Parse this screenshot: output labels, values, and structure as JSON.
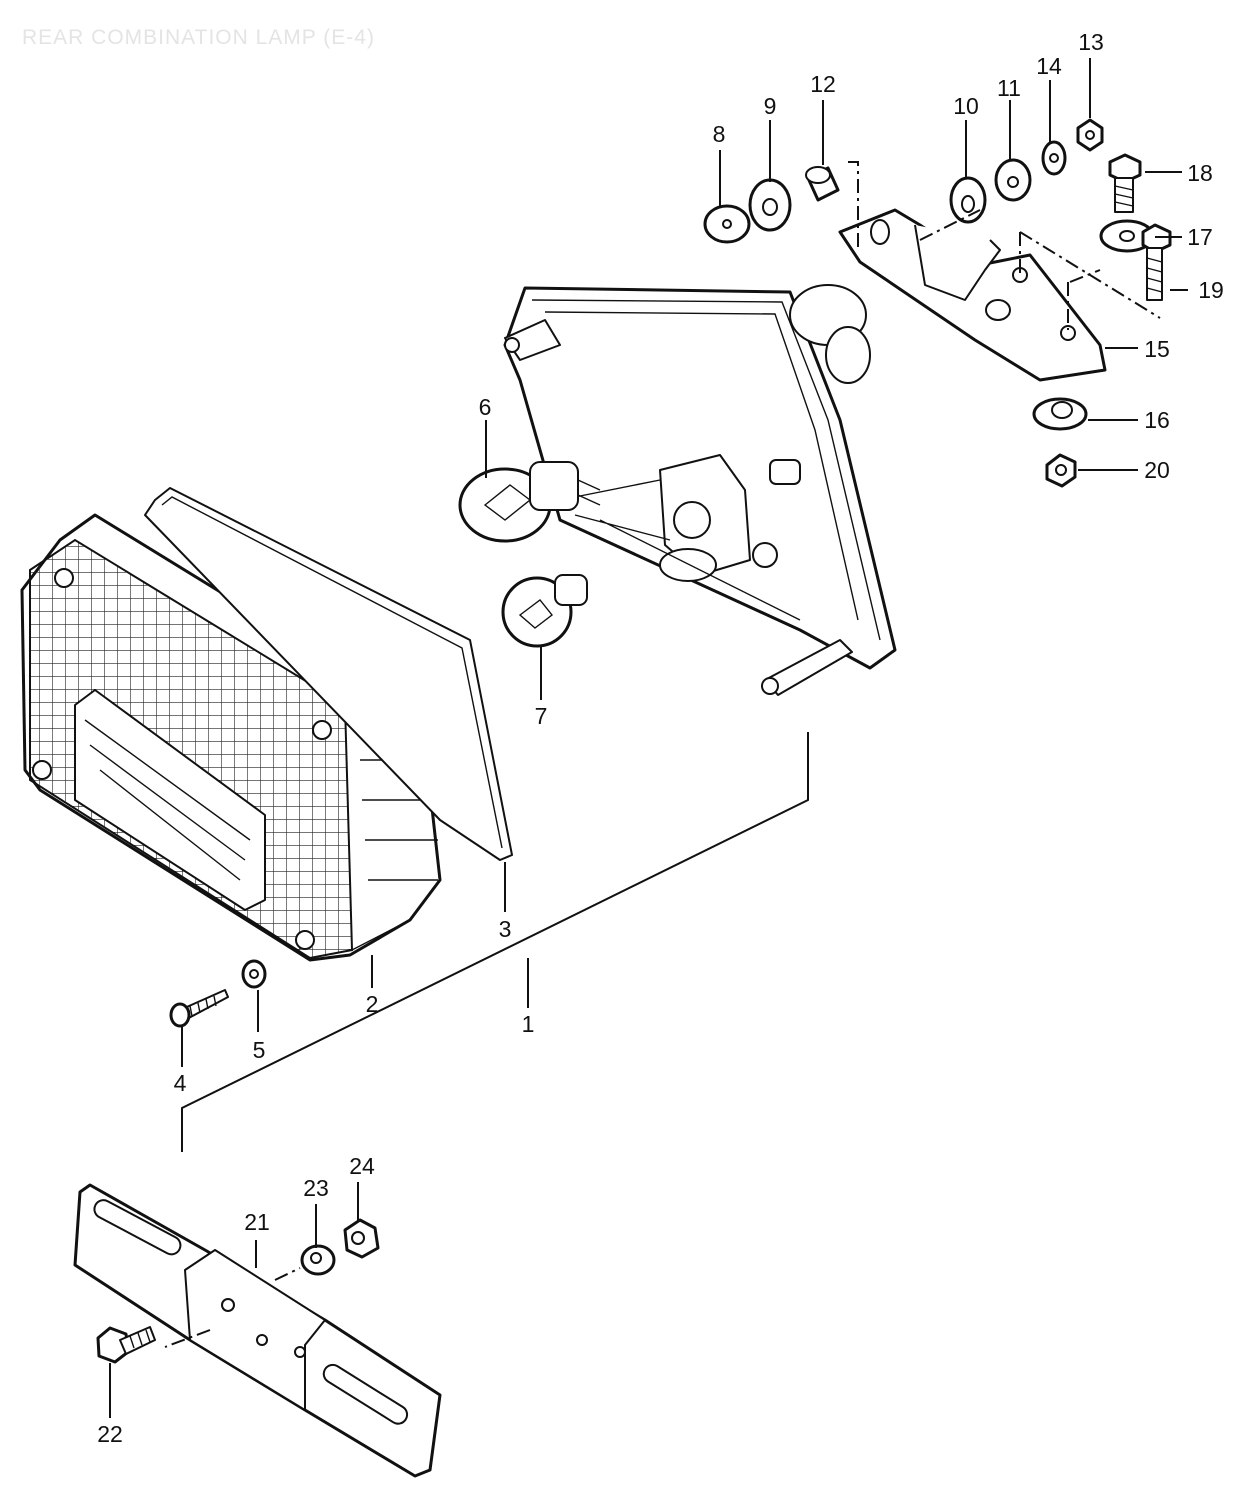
{
  "diagram": {
    "title": "REAR COMBINATION LAMP (E-4)",
    "callouts": [
      {
        "id": "1",
        "label": "1"
      },
      {
        "id": "2",
        "label": "2"
      },
      {
        "id": "3",
        "label": "3"
      },
      {
        "id": "4",
        "label": "4"
      },
      {
        "id": "5",
        "label": "5"
      },
      {
        "id": "6",
        "label": "6"
      },
      {
        "id": "7",
        "label": "7"
      },
      {
        "id": "8",
        "label": "8"
      },
      {
        "id": "9",
        "label": "9"
      },
      {
        "id": "10",
        "label": "10"
      },
      {
        "id": "11",
        "label": "11"
      },
      {
        "id": "12",
        "label": "12"
      },
      {
        "id": "13",
        "label": "13"
      },
      {
        "id": "14",
        "label": "14"
      },
      {
        "id": "15",
        "label": "15"
      },
      {
        "id": "16",
        "label": "16"
      },
      {
        "id": "17",
        "label": "17"
      },
      {
        "id": "18",
        "label": "18"
      },
      {
        "id": "19",
        "label": "19"
      },
      {
        "id": "20",
        "label": "20"
      },
      {
        "id": "21",
        "label": "21"
      },
      {
        "id": "22",
        "label": "22"
      },
      {
        "id": "23",
        "label": "23"
      },
      {
        "id": "24",
        "label": "24"
      }
    ]
  }
}
